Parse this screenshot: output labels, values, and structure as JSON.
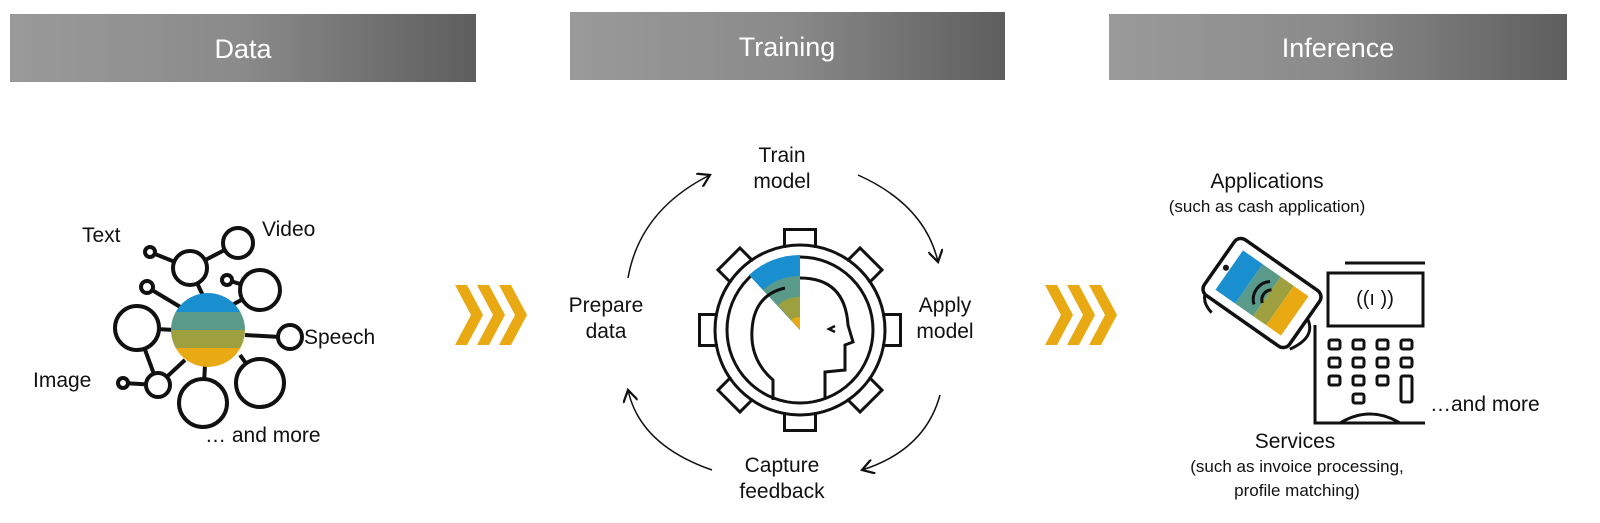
{
  "headers": {
    "data": "Data",
    "training": "Training",
    "inference": "Inference"
  },
  "data_section": {
    "text": "Text",
    "video": "Video",
    "speech": "Speech",
    "image": "Image",
    "more": "… and more"
  },
  "training_section": {
    "train_1": "Train",
    "train_2": "model",
    "prepare_1": "Prepare",
    "prepare_2": "data",
    "apply_1": "Apply",
    "apply_2": "model",
    "capture_1": "Capture",
    "capture_2": "feedback"
  },
  "inference_section": {
    "applications": "Applications",
    "applications_sub": "(such as cash application)",
    "services": "Services",
    "services_sub_1": "(such as invoice processing,",
    "services_sub_2": "profile matching)",
    "more": "…and more"
  },
  "colors": {
    "blue": "#1a8fd0",
    "teal": "#5a9a8a",
    "olive": "#9ea040",
    "yellow": "#e9a913",
    "chevron": "#e9a913"
  }
}
